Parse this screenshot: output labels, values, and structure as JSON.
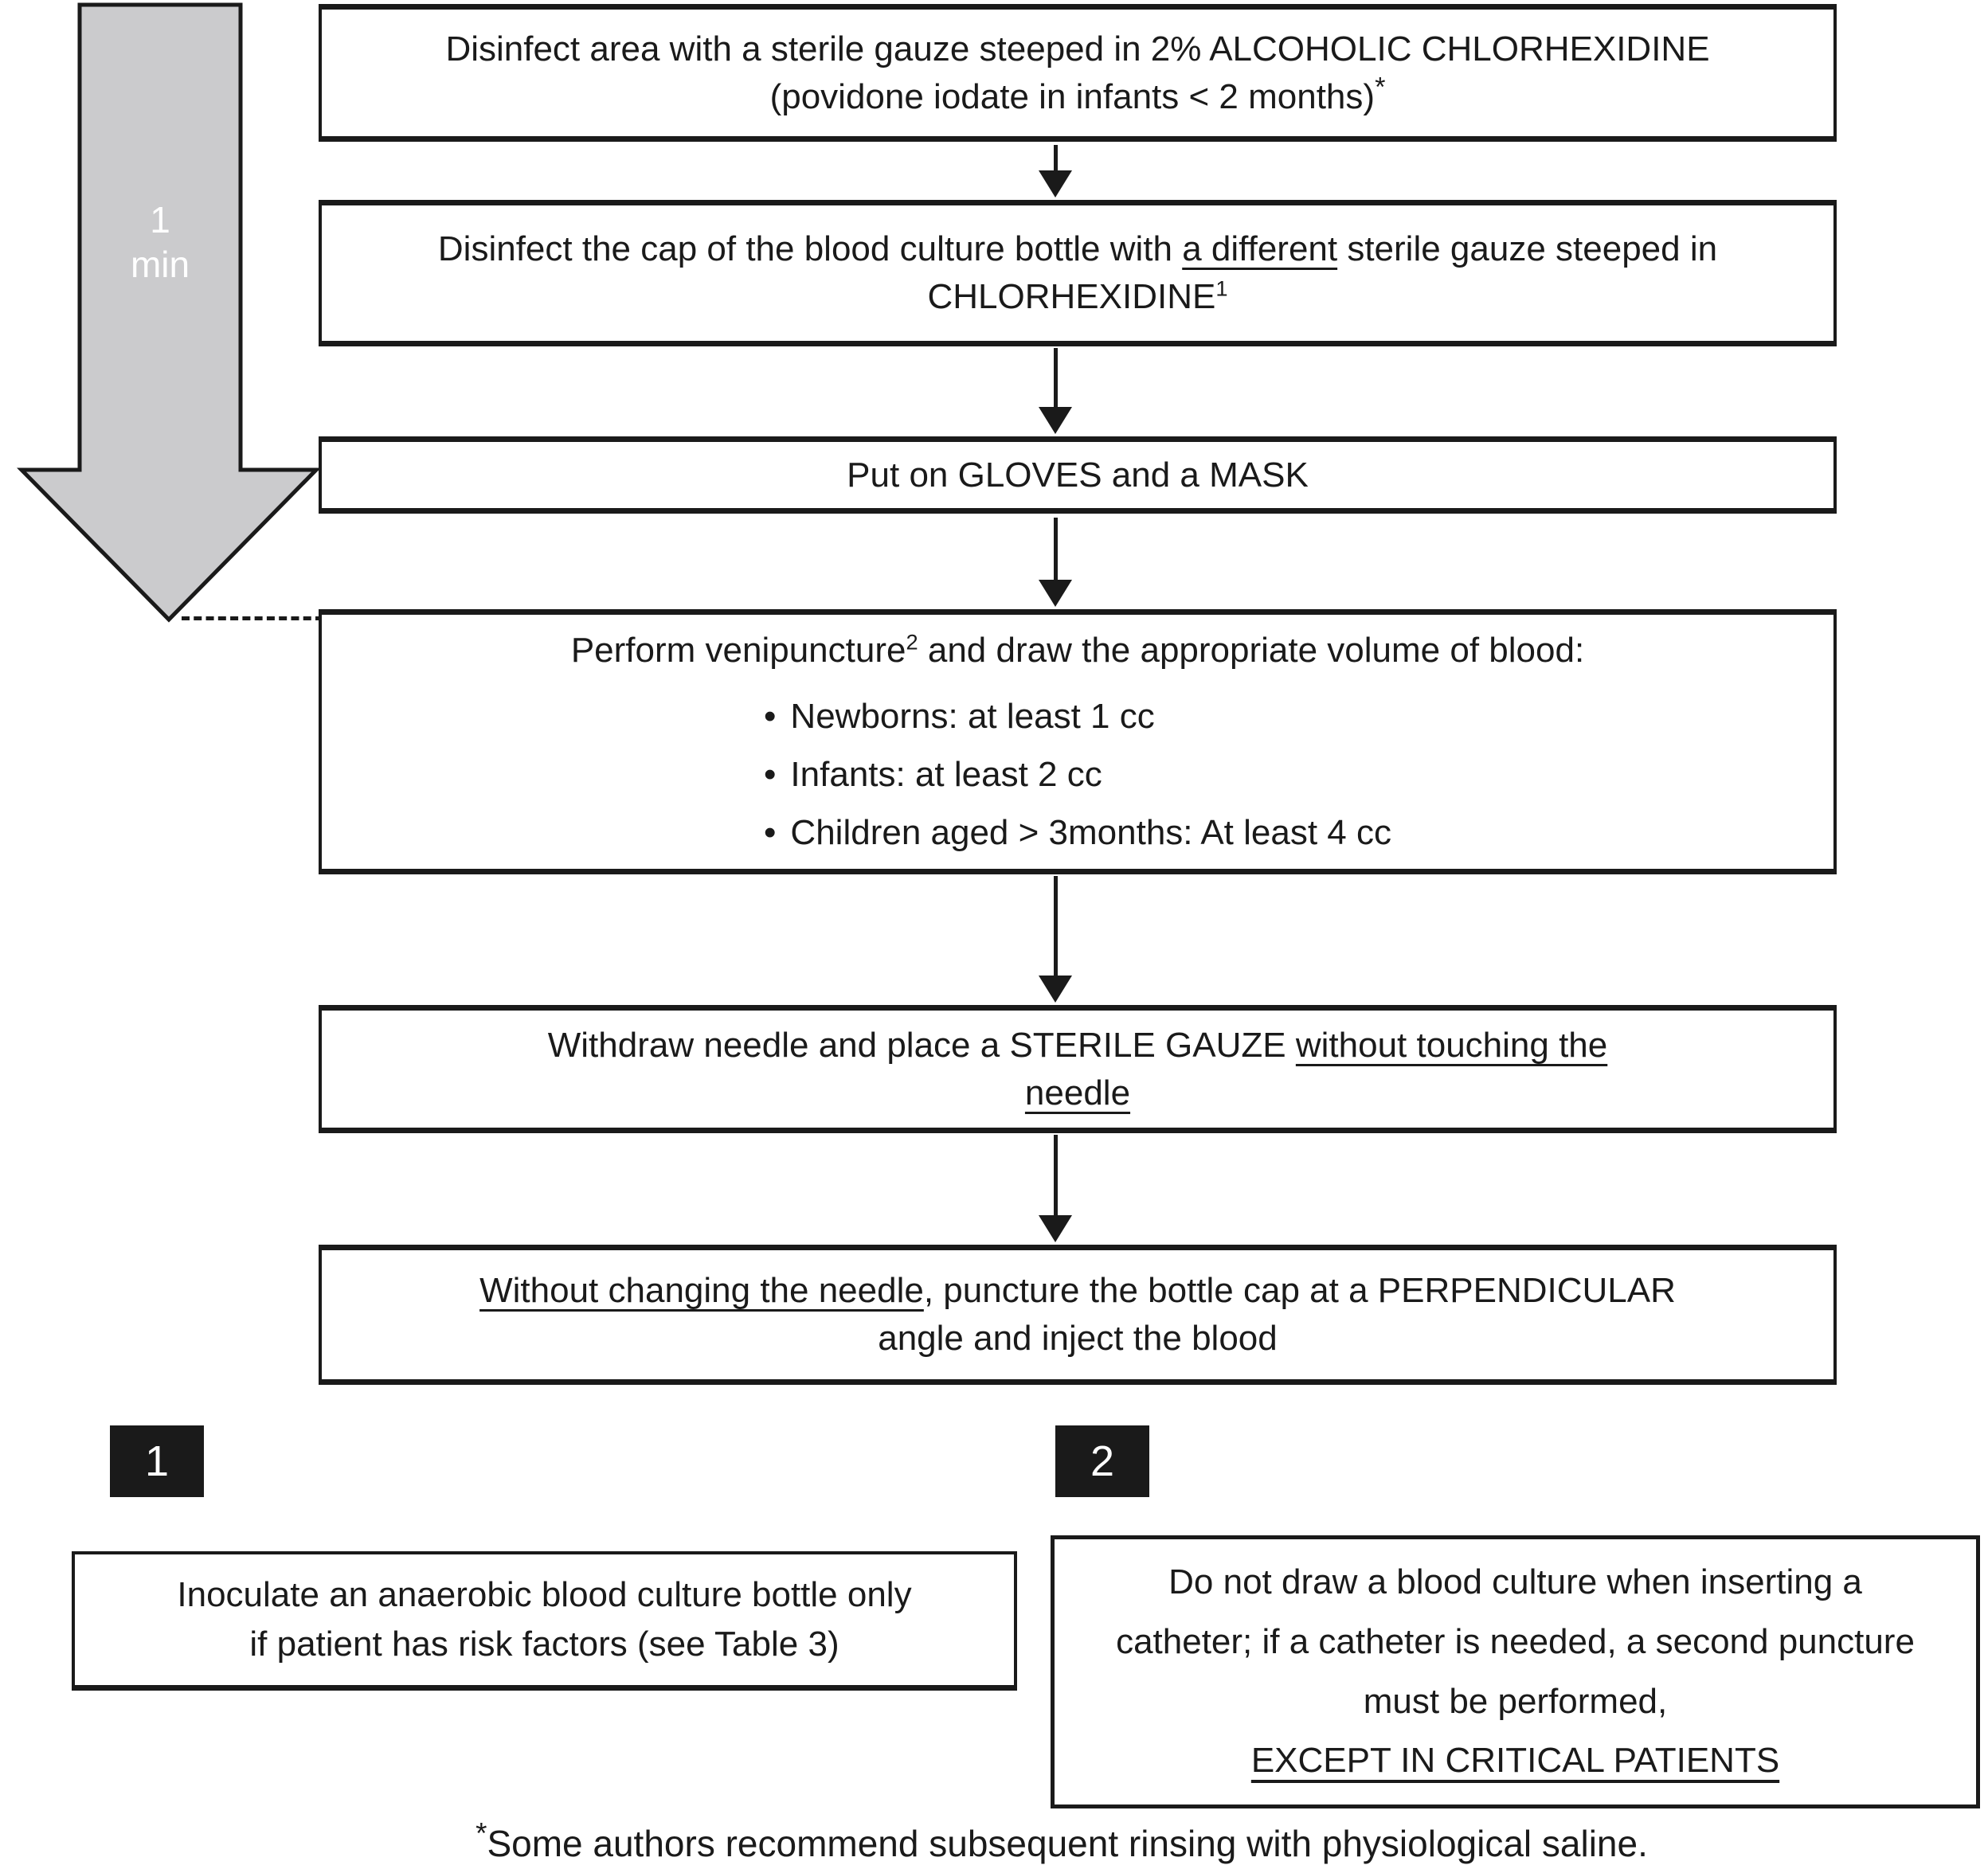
{
  "colors": {
    "ink": "#1a1a1a",
    "timer_arrow_fill": "#cbcbcd",
    "badge_background": "#1a1a1a",
    "background": "#ffffff"
  },
  "timer_arrow": {
    "duration_value": "1",
    "duration_unit": "min",
    "fill": "#cbcbcd"
  },
  "flowchart": {
    "boxes": [
      {
        "id": "disinfect-area",
        "line1": "Disinfect area with a sterile gauze steeped in 2% ALCOHOLIC CHLORHEXIDINE",
        "line2": "(povidone iodate in infants < 2 months)",
        "line2_sup": "*"
      },
      {
        "id": "disinfect-cap",
        "line1_pre": "Disinfect the cap of the blood culture bottle with ",
        "line1_underline": "a different",
        "line1_post": " sterile gauze steeped in",
        "line2": "CHLORHEXIDINE",
        "line2_sup": "1"
      },
      {
        "id": "gloves-mask",
        "text": "Put on GLOVES and a MASK"
      },
      {
        "id": "venipuncture",
        "title_pre": "Perform venipuncture",
        "title_sup": "2",
        "title_post": " and draw the appropriate volume of blood:",
        "bullets": [
          "Newborns: at least 1 cc",
          "Infants: at least 2 cc",
          "Children aged > 3months: At least 4 cc"
        ]
      },
      {
        "id": "withdraw-needle",
        "line1_pre": "Withdraw needle and place a STERILE GAUZE ",
        "line1_underline": "without touching the",
        "line2_underline": "needle"
      },
      {
        "id": "inject-blood",
        "line1_underline": "Without changing the needle",
        "line1_post": ", puncture the bottle cap at a PERPENDICULAR",
        "line2": "angle and inject the blood"
      }
    ]
  },
  "footnotes": {
    "note1": {
      "badge": "1",
      "line1": "Inoculate an anaerobic blood culture bottle only",
      "line2": "if patient has risk factors (see Table 3)"
    },
    "note2": {
      "badge": "2",
      "line1": "Do not draw a blood culture when inserting a",
      "line2": "catheter; if a catheter is needed, a second puncture",
      "line3": "must be performed,",
      "line4_underline": "EXCEPT IN CRITICAL PATIENTS"
    },
    "asterisk_note": {
      "sup": "*",
      "text": "Some authors recommend subsequent rinsing with physiological saline."
    }
  }
}
